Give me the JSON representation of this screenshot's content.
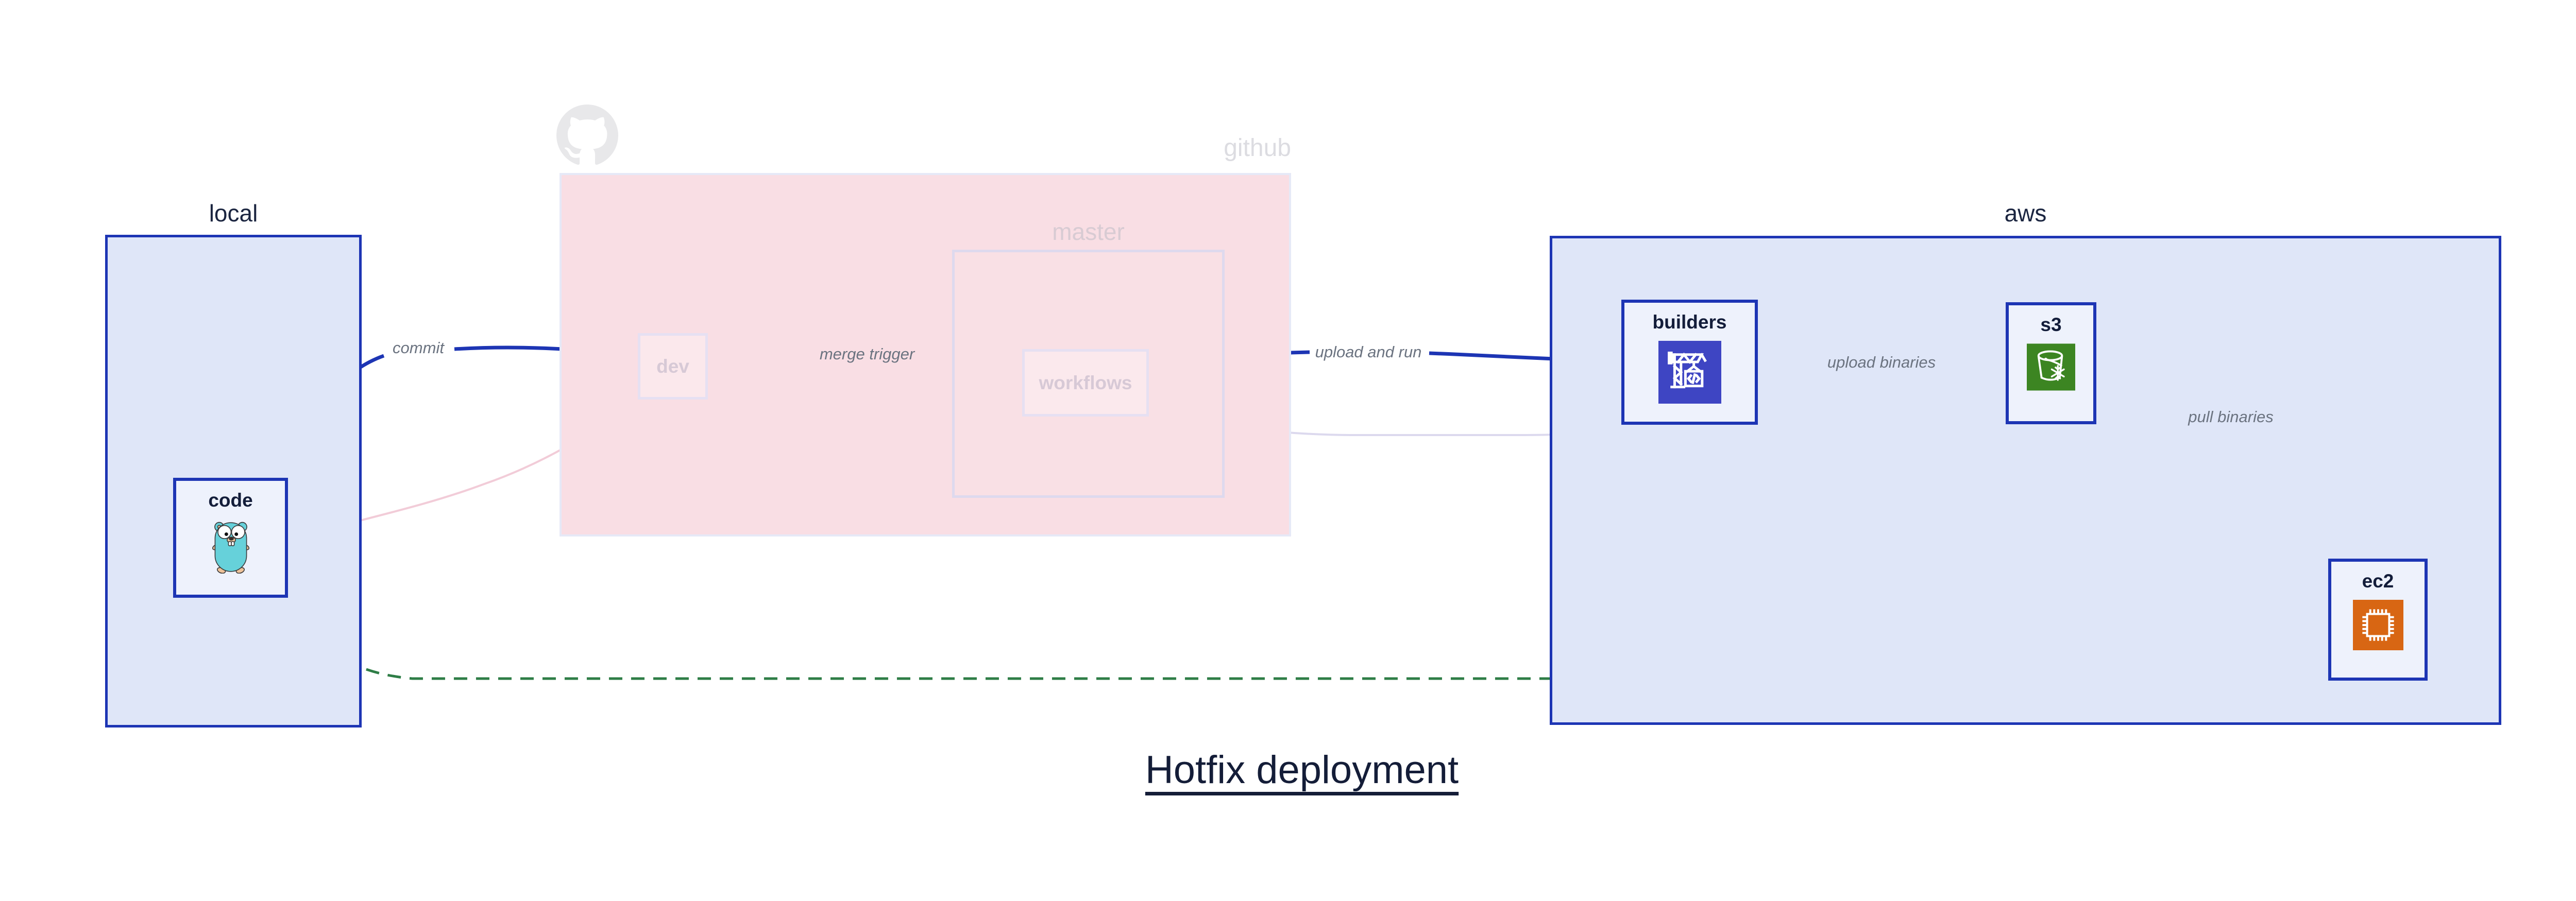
{
  "title": {
    "text": "Hotfix deployment"
  },
  "regions": {
    "local": {
      "label": "local"
    },
    "github": {
      "label": "github",
      "master_label": "master"
    },
    "aws": {
      "label": "aws"
    }
  },
  "nodes": {
    "code": {
      "label": "code",
      "icon": "go-gopher-icon"
    },
    "dev": {
      "label": "dev"
    },
    "workflows": {
      "label": "workflows"
    },
    "builders": {
      "label": "builders",
      "icon": "codebuild-crane-icon"
    },
    "s3": {
      "label": "s3",
      "icon": "s3-glacier-bucket-icon"
    },
    "ec2": {
      "label": "ec2",
      "icon": "ec2-chip-icon"
    }
  },
  "edges": {
    "commit": {
      "label": "commit",
      "from": "code",
      "to": "dev"
    },
    "merge_trigger": {
      "label": "merge trigger",
      "from": "dev",
      "to": "workflows"
    },
    "upload_and_run": {
      "label": "upload and run",
      "from": "workflows",
      "to": "builders"
    },
    "upload_binaries": {
      "label": "upload binaries",
      "from": "builders",
      "to": "s3"
    },
    "pull_binaries": {
      "label": "pull binaries",
      "from": "s3",
      "to": "ec2"
    },
    "hotfix_copy": {
      "label": "",
      "from": "code",
      "to": "ec2",
      "style": "green-dashed"
    }
  },
  "colors": {
    "primary_blue": "#1d35b4",
    "region_fill": "#dfe6f8",
    "node_fill": "#eef2fc",
    "github_fill": "#f9dee4",
    "faded_border": "#e6e0f2",
    "faded_text": "#d7c9d6",
    "edge_label_gray": "#6b7380",
    "hotfix_green": "#2e7d46",
    "faded_pink_edge": "#f2ccd8",
    "faded_lavender_edge": "#dcd9ee",
    "codebuild_purple": "#3e45c3",
    "s3_green": "#3c8522",
    "ec2_orange": "#d86613",
    "title_navy": "#141d38"
  }
}
